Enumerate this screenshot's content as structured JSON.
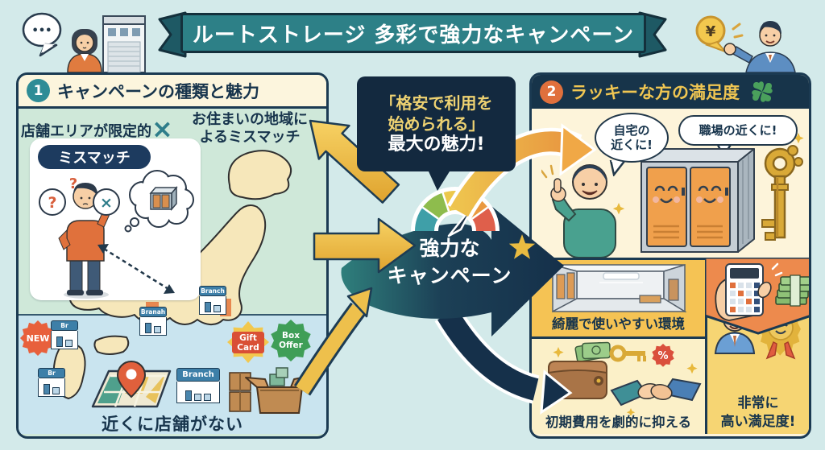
{
  "banner": {
    "title": "ルートストレージ 多彩で強力なキャンペーン"
  },
  "intro": {
    "thinking_dots": "•••",
    "yen_symbol": "¥"
  },
  "panel1": {
    "number": "1",
    "title": "キャンペーンの種類と魅力",
    "problem_left": "店舗エリアが限定的",
    "cross_mark": "×",
    "problem_right_line1": "お住まいの地域に",
    "problem_right_line2": "よるミスマッチ",
    "mismatch_tag": "ミスマッチ",
    "question_mark_1": "?",
    "question_mark_2": "?",
    "bubble_cross": "×",
    "new_badge": "NEW",
    "shops": [
      "Br",
      "Br",
      "Branah",
      "Branch",
      "Branch"
    ],
    "gift_card": {
      "line1": "Gift",
      "line2": "Card"
    },
    "box_offer": {
      "line1": "Box",
      "line2": "Offer"
    },
    "caption": "近くに店舗がない"
  },
  "center": {
    "callout_line1": "「格安で利用を",
    "callout_line2": "始められる」",
    "callout_line3": "最大の魅力!",
    "hub_line1": "強力な",
    "hub_line2": "キャンペーン"
  },
  "panel2": {
    "number": "2",
    "title": "ラッキーな方の満足度",
    "bubble_home_line1": "自宅の",
    "bubble_home_line2": "近くに!",
    "bubble_work": "職場の近くに!",
    "caption_environment": "綺麗で使いやすい環境",
    "caption_cost": "初期費用を劇的に抑える",
    "caption_satisfaction_line1": "非常に",
    "caption_satisfaction_line2": "高い満足度!",
    "percent_badge": "%"
  },
  "colors": {
    "background": "#d3eaea",
    "banner_teal": "#2d8087",
    "navy": "#17344c",
    "mint_green": "#cfe8d9",
    "light_blue": "#c9e4ef",
    "cream": "#fdf4da",
    "accent_yellow": "#f0c14a",
    "accent_orange": "#ed8a4d",
    "cell_yellow": "#f5c354",
    "cell_gold": "#f6d573",
    "badge_red": "#e0603c",
    "badge_green": "#3f9e57",
    "map_tan": "#f6e7ba",
    "callout_text_yellow": "#eed272"
  }
}
